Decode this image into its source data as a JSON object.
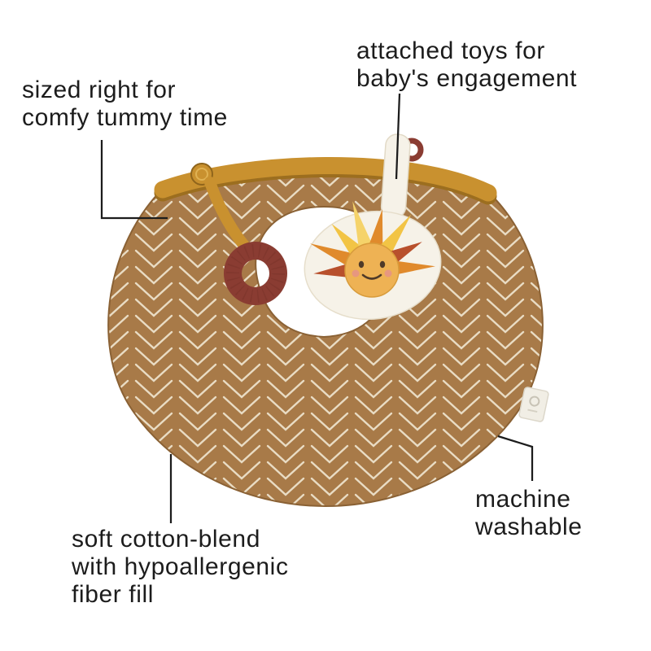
{
  "callouts": {
    "sized": {
      "line1": "sized right for",
      "line2": "comfy tummy time"
    },
    "toys": {
      "line1": "attached toys for",
      "line2": "baby's engagement"
    },
    "washable": {
      "line1": "machine",
      "line2": "washable"
    },
    "soft": {
      "line1": "soft cotton-blend",
      "line2": "with hypoallergenic",
      "line3": "fiber fill"
    }
  },
  "product": {
    "colors": {
      "pillow": "#a87a48",
      "pillow_edge": "#8a6134",
      "pattern": "#e9dcc4",
      "strap": "#c9912f",
      "strap_shadow": "#9c6e1f",
      "teether": "#8a3c32",
      "toy_backing": "#f6f2e8",
      "sun_face": "#eeb254",
      "face_features": "#4f3a28",
      "cheeks": "#e59287",
      "tag": "#f1eee5",
      "line": "#1c1c1c",
      "rays": [
        "#b8502c",
        "#e08a2c",
        "#f2c445",
        "#f5d36a",
        "#e08a2c",
        "#f2c445",
        "#b8502c",
        "#e08a2c"
      ]
    }
  }
}
